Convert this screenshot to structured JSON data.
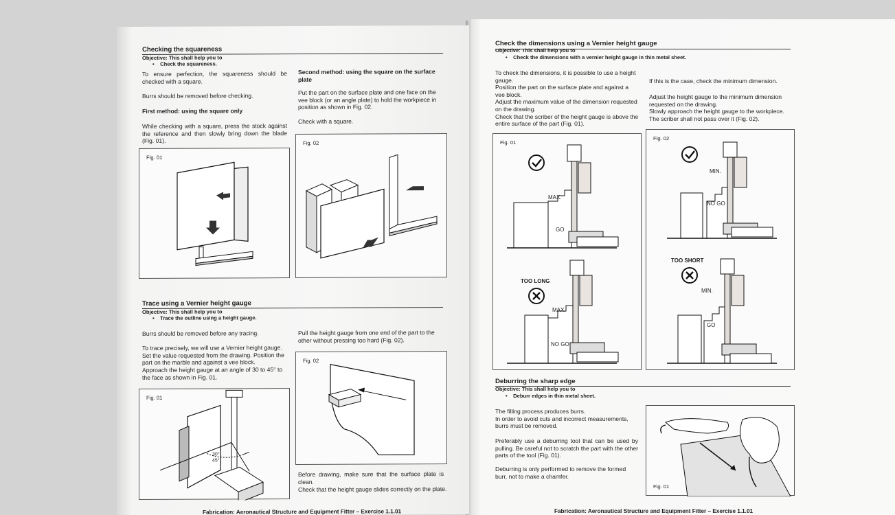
{
  "left_page": {
    "sec1": {
      "title": "Checking the squareness",
      "objective": "Objective: This shall help you to",
      "bullet": "Check the squareness.",
      "para1": "To ensure perfection, the squareness should be checked with a square.",
      "para2": "Burrs should be removed before checking.",
      "method1_title": "First method: using the square only",
      "method1_text": "While checking with a square, press the stock against the reference and then slowly bring down the blade (Fig. 01).",
      "method2_title": "Second method: using the square on the surface plate",
      "method2_text": "Put the part on the surface plate and one face on the vee block (or an angle plate) to hold the workpiece in position as shown in Fig. 02.",
      "method2_text2": "Check with a square.",
      "fig1_label": "Fig. 01",
      "fig2_label": "Fig. 02"
    },
    "sec2": {
      "title": "Trace using a Vernier height gauge",
      "objective": "Objective: This shall help you to",
      "bullet": "Trace the outline using a height gauge.",
      "para1": "Burrs should be removed before any tracing.",
      "para2": "To trace precisely, we will use a Vernier height gauge. Set the value requested from the drawing. Position the part on the marble and against a vee block.",
      "para3": "Approach the height gauge at an angle of 30 to 45° to the face as shown in Fig. 01.",
      "right_text": "Pull the height gauge from one end of the part to the other without pressing too hard (Fig. 02).",
      "fig1_label": "Fig. 01",
      "fig2_label": "Fig. 02",
      "angle1": "30°",
      "angle2": "45°",
      "note1": "Before drawing, make sure that the surface plate is clean.",
      "note2": "Check that the height gauge slides correctly on the plate."
    },
    "footer": "Fabrication: Aeronautical Structure and Equipment Fitter – Exercise 1.1.01"
  },
  "right_page": {
    "sec1": {
      "title": "Check the dimensions using a Vernier height gauge",
      "objective": "Objective: This shall help you to",
      "bullet": "Check the dimensions with a vernier height gauge in thin metal sheet.",
      "col1": [
        "To check the dimensions, it is possible to use a height gauge.",
        "Position the part on the surface plate and against a vee block.",
        "Adjust the maximum value of the dimension requested on the drawing.",
        "Check that the scriber of the height gauge is above the entire surface of the part (Fig. 01)."
      ],
      "col2_p1": "If this is the case, check the minimum dimension.",
      "col2_p2": [
        "Adjust the height gauge to the minimum dimension requested on the drawing.",
        "Slowly approach the height gauge to the workpiece.",
        "The scriber shall not pass over it (Fig. 02)."
      ],
      "fig1_label": "Fig. 01",
      "fig2_label": "Fig. 02",
      "max": "MAX.",
      "min": "MIN.",
      "go": "GO",
      "nogo": "NO GO",
      "too_long": "TOO LONG",
      "too_short": "TOO SHORT"
    },
    "sec2": {
      "title": "Deburring the sharp edge",
      "objective": "Objective: This shall help you to",
      "bullet": "Deburr edges in thin metal sheet.",
      "p1": [
        "The filling process produces burrs.",
        "In order to avoid cuts and incorrect measurements, burrs must be removed."
      ],
      "p2": "Preferably use a deburring tool that can be used by pulling. Be careful not to scratch the part with the other parts of the tool (Fig. 01).",
      "p3": "Deburring is only performed to remove the formed burr, not to make a chamfer.",
      "fig_label": "Fig. 01"
    },
    "footer": "Fabrication: Aeronautical Structure and Equipment Fitter – Exercise 1.1.01"
  },
  "icons": [
    "check-icon",
    "cross-icon",
    "arrow-icon"
  ]
}
